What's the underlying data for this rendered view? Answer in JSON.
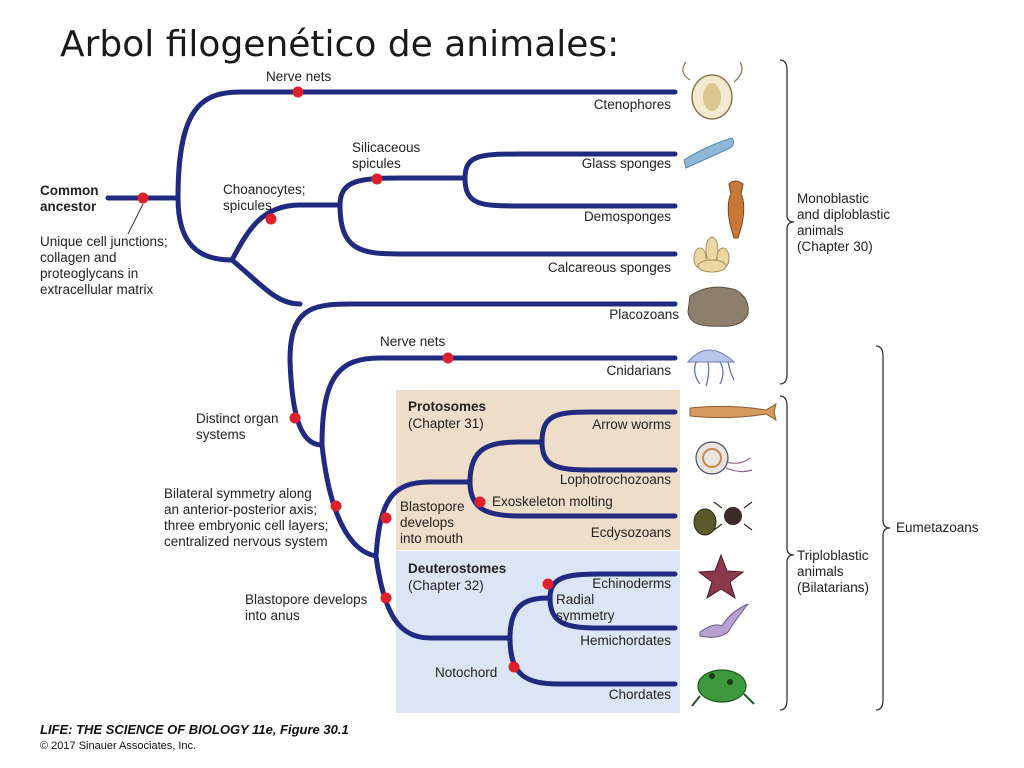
{
  "title": "Arbol filogenético de animales:",
  "root": "Common\nancestor",
  "characters": {
    "cell_junctions": "Unique cell junctions;\ncollagen and\nproteoglycans in\nextracellular matrix",
    "nerve_nets_top": "Nerve nets",
    "choanocytes": "Choanocytes;\nspicules",
    "silicaceous": "Silicaceous\nspicules",
    "distinct_organ": "Distinct organ\nsystems",
    "nerve_nets_mid": "Nerve nets",
    "bilateral": "Bilateral symmetry along\nan anterior-posterior axis;\nthree embryonic cell layers;\ncentralized nervous system",
    "blastopore_mouth": "Blastopore\ndevelops\ninto mouth",
    "exoskeleton": "Exoskeleton molting",
    "blastopore_anus": "Blastopore develops\ninto anus",
    "radial": "Radial\nsymmetry",
    "notochord": "Notochord"
  },
  "groups": {
    "protosomes": {
      "title": "Protosomes",
      "sub": "(Chapter 31)"
    },
    "deuterostomes": {
      "title": "Deuterostomes",
      "sub": "(Chapter 32)"
    }
  },
  "taxa": [
    "Ctenophores",
    "Glass sponges",
    "Demosponges",
    "Calcareous sponges",
    "Placozoans",
    "Cnidarians",
    "Arrow worms",
    "Lophotrochozoans",
    "Ecdysozoans",
    "Echinoderms",
    "Hemichordates",
    "Chordates"
  ],
  "brackets": {
    "mono": "Monoblastic\nand diploblastic\nanimals\n(Chapter 30)",
    "tripl": "Triploblastic\nanimals\n(Bilatarians)",
    "eumeta": "Eumetazoans"
  },
  "credit": {
    "line1": "LIFE: THE SCIENCE OF BIOLOGY 11e, Figure 30.1",
    "line2": "© 2017 Sinauer Associates, Inc."
  },
  "colors": {
    "branch": "#1f2a80",
    "marker": "#e0202a",
    "protosome_bg": "#eeddc8",
    "deuterostome_bg": "#dce5f4"
  }
}
